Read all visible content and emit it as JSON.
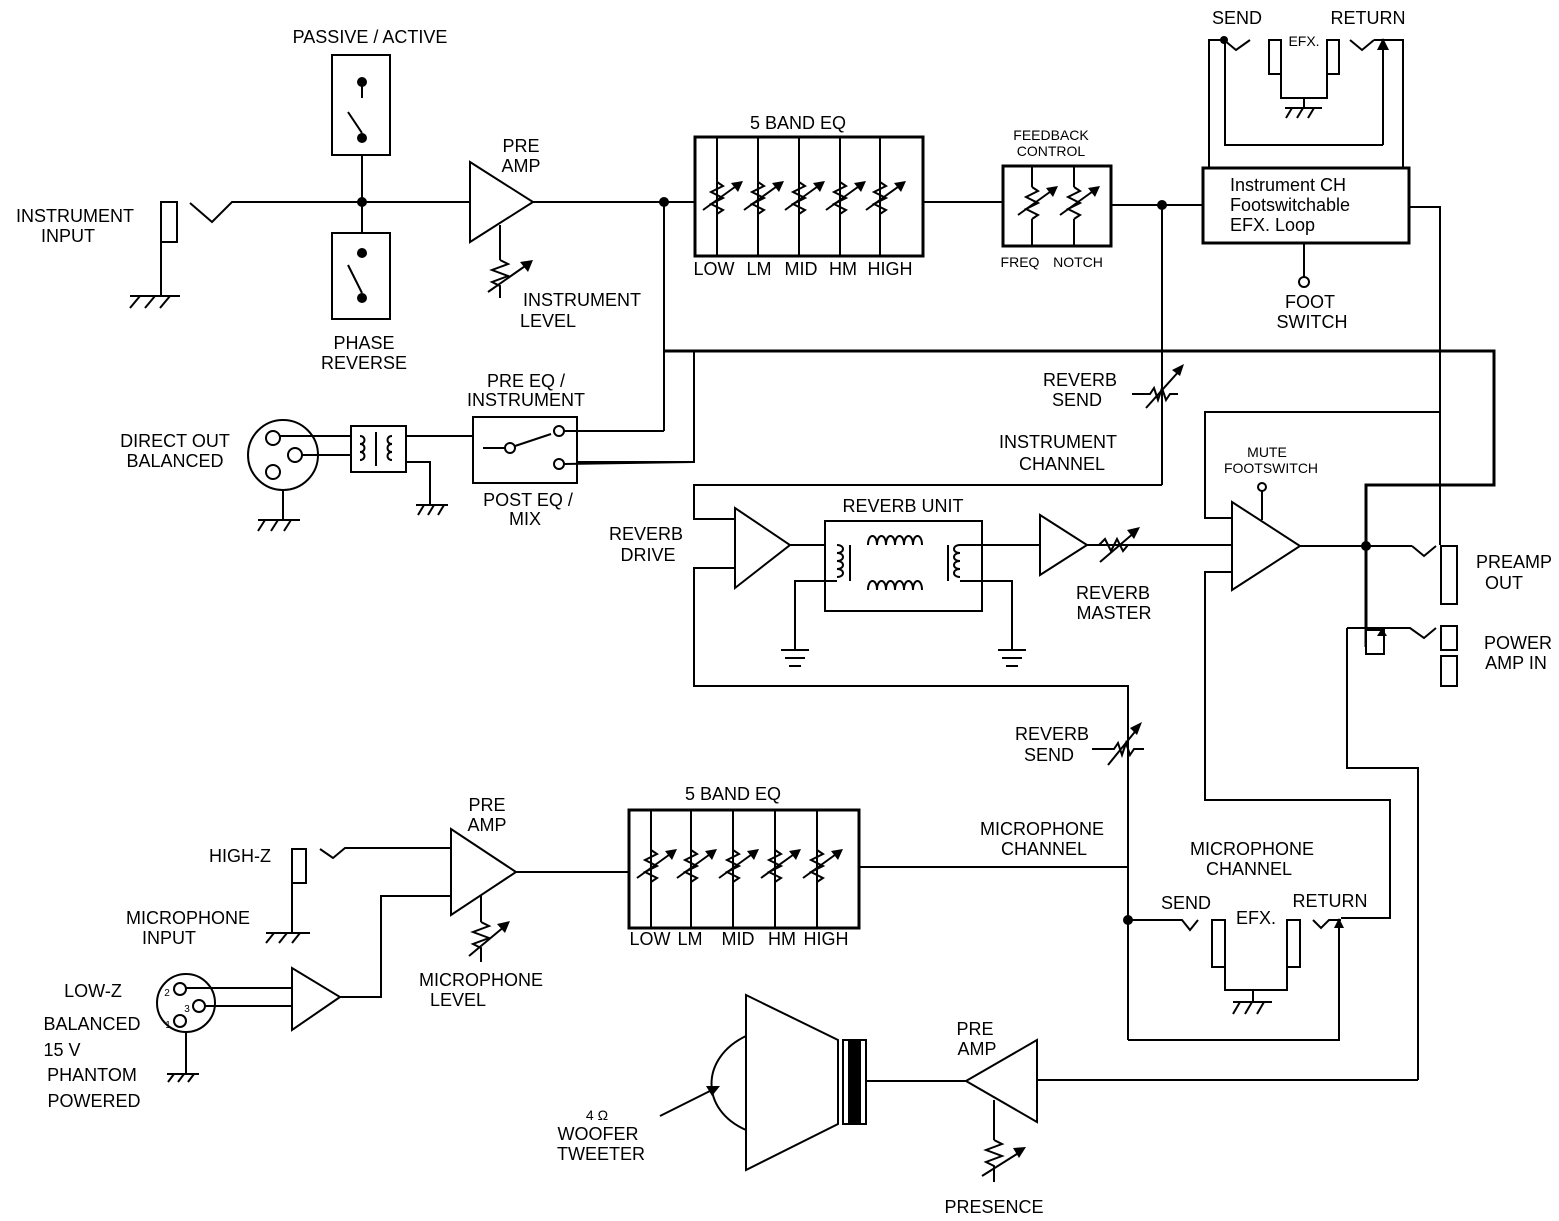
{
  "labels": {
    "passive_active": "PASSIVE / ACTIVE",
    "phase_1": "PHASE",
    "phase_2": "REVERSE",
    "instrument_input_1": "INSTRUMENT",
    "instrument_input_2": "INPUT",
    "pre_amp_1": "PRE",
    "pre_amp_2": "AMP",
    "instrument_level_1": "INSTRUMENT",
    "instrument_level_2": "LEVEL",
    "eq_top_title": "5 BAND EQ",
    "eq_top_bands": [
      "LOW",
      "LM",
      "MID",
      "HM",
      "HIGH"
    ],
    "feedback_1": "FEEDBACK",
    "feedback_2": "CONTROL",
    "freq": "FREQ",
    "notch": "NOTCH",
    "send_top": "SEND",
    "return_top": "RETURN",
    "efx_top": "EFX.",
    "efx_loop_1": "Instrument CH",
    "efx_loop_2": "Footswitchable",
    "efx_loop_3": "EFX. Loop",
    "foot_1": "FOOT",
    "foot_2": "SWITCH",
    "pre_eq_1": "PRE EQ /",
    "pre_eq_2": "INSTRUMENT",
    "post_eq_1": "POST EQ /",
    "post_eq_2": "MIX",
    "direct_out_1": "DIRECT OUT",
    "direct_out_2": "BALANCED",
    "reverb_send_1a": "REVERB",
    "reverb_send_1b": "SEND",
    "instrument_channel_1": "INSTRUMENT",
    "instrument_channel_2": "CHANNEL",
    "mute_1": "MUTE",
    "mute_2": "FOOTSWITCH",
    "reverb_unit": "REVERB UNIT",
    "reverb_drive_1": "REVERB",
    "reverb_drive_2": "DRIVE",
    "reverb_master_1": "REVERB",
    "reverb_master_2": "MASTER",
    "preamp_out_1": "PREAMP",
    "preamp_out_2": "OUT",
    "power_amp_1": "POWER",
    "power_amp_2": "AMP IN",
    "reverb_send_2a": "REVERB",
    "reverb_send_2b": "SEND",
    "mic_pre_1": "PRE",
    "mic_pre_2": "AMP",
    "eq_bottom_title": "5 BAND EQ",
    "eq_bottom_bands": [
      "LOW",
      "LM",
      "MID",
      "HM",
      "HIGH"
    ],
    "mic_channel_a1": "MICROPHONE",
    "mic_channel_a2": "CHANNEL",
    "mic_channel_b1": "MICROPHONE",
    "mic_channel_b2": "CHANNEL",
    "send_bottom": "SEND",
    "return_bottom": "RETURN",
    "efx_bottom": "EFX.",
    "high_z": "HIGH-Z",
    "mic_input_1": "MICROPHONE",
    "mic_input_2": "INPUT",
    "low_z": "LOW-Z",
    "balanced": "BALANCED",
    "v15": "15 V",
    "phantom": "PHANTOM",
    "powered": "POWERED",
    "pin_1": "1",
    "pin_2": "2",
    "pin_3": "3",
    "mic_level_1": "MICROPHONE",
    "mic_level_2": "LEVEL",
    "ohm": "4 Ω",
    "woofer": "WOOFER",
    "tweeter": "TWEETER",
    "pre_amp_bottom_1": "PRE",
    "pre_amp_bottom_2": "AMP",
    "presence": "PRESENCE"
  }
}
